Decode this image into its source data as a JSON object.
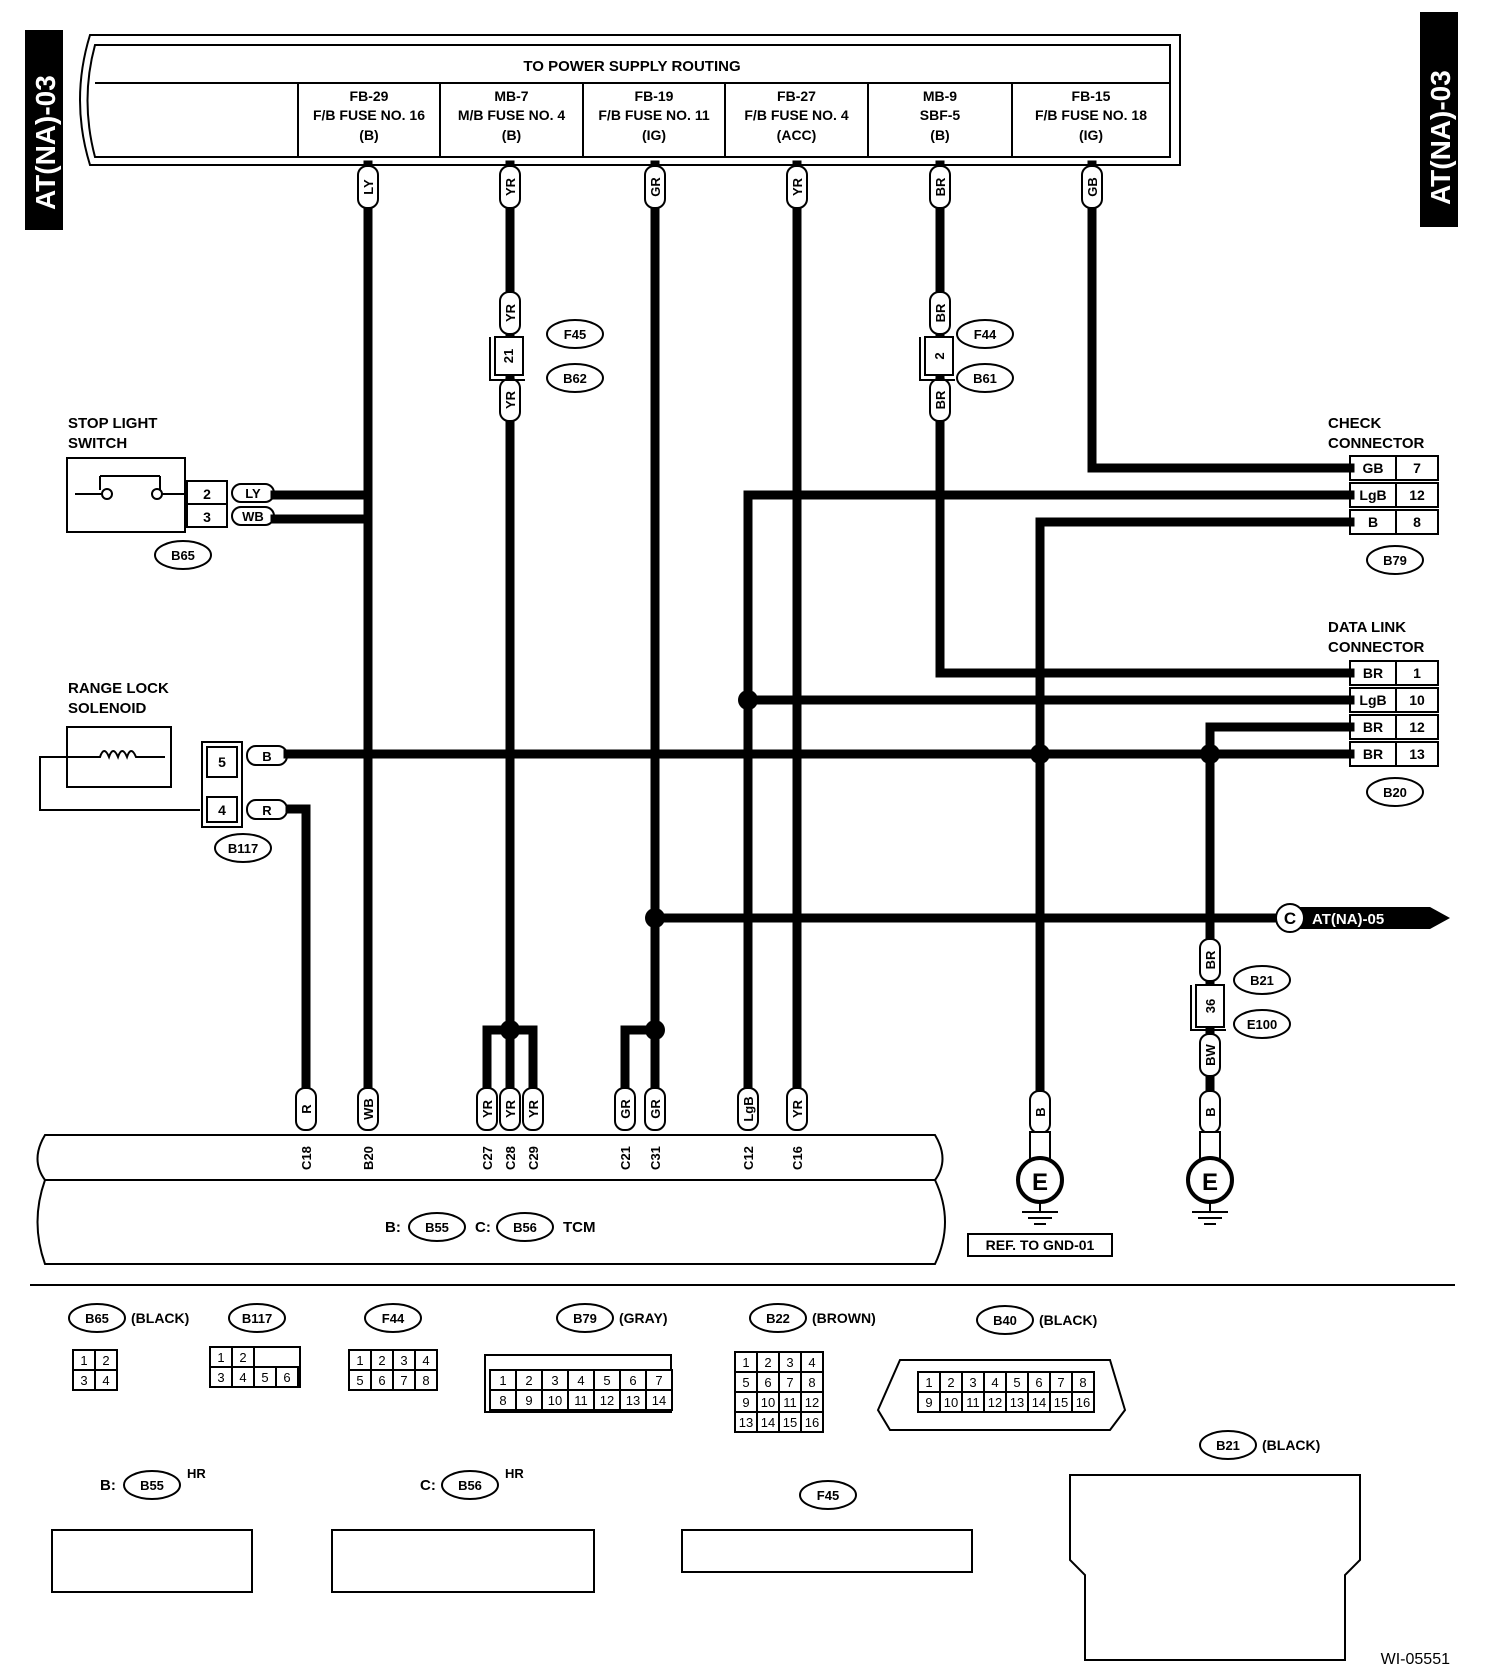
{
  "page_tag": "AT(NA)-03",
  "figure_id": "WI-05551",
  "power": {
    "title": "TO POWER SUPPLY ROUTING",
    "fuses": [
      {
        "line1": "FB-29",
        "line2": "F/B FUSE NO. 16",
        "line3": "(B)"
      },
      {
        "line1": "MB-7",
        "line2": "M/B FUSE NO. 4",
        "line3": "(B)"
      },
      {
        "line1": "FB-19",
        "line2": "F/B FUSE NO. 11",
        "line3": "(IG)"
      },
      {
        "line1": "FB-27",
        "line2": "F/B FUSE NO. 4",
        "line3": "(ACC)"
      },
      {
        "line1": "MB-9",
        "line2": "SBF-5",
        "line3": "(B)"
      },
      {
        "line1": "FB-15",
        "line2": "F/B FUSE NO. 18",
        "line3": "(IG)"
      }
    ]
  },
  "components": {
    "stop_light_switch": {
      "line1": "STOP LIGHT",
      "line2": "SWITCH",
      "connector": "B65",
      "pins": [
        {
          "num": "2",
          "wire": "LY"
        },
        {
          "num": "3",
          "wire": "WB"
        }
      ]
    },
    "range_lock_solenoid": {
      "line1": "RANGE LOCK",
      "line2": "SOLENOID",
      "connector": "B117",
      "pins": [
        {
          "num": "5",
          "wire": "B"
        },
        {
          "num": "4",
          "wire": "R"
        }
      ]
    },
    "check_connector": {
      "line1": "CHECK",
      "line2": "CONNECTOR",
      "connector": "B79",
      "pins": [
        {
          "wire": "GB",
          "num": "7"
        },
        {
          "wire": "LgB",
          "num": "12"
        },
        {
          "wire": "B",
          "num": "8"
        }
      ]
    },
    "data_link_connector": {
      "line1": "DATA LINK",
      "line2": "CONNECTOR",
      "connector": "B20",
      "pins": [
        {
          "wire": "BR",
          "num": "1"
        },
        {
          "wire": "LgB",
          "num": "10"
        },
        {
          "wire": "BR",
          "num": "12"
        },
        {
          "wire": "BR",
          "num": "13"
        }
      ]
    },
    "tcm": {
      "b_prefix": "B:",
      "b_conn": "B55",
      "c_prefix": "C:",
      "c_conn": "C:",
      "c_conn_id": "B56",
      "label": "TCM",
      "terminals": [
        "C18",
        "B20",
        "C27",
        "C28",
        "C29",
        "C21",
        "C31",
        "C12",
        "C16"
      ],
      "wires": [
        "R",
        "WB",
        "YR",
        "YR",
        "YR",
        "GR",
        "GR",
        "LgB",
        "YR"
      ]
    },
    "ground_ref": "REF. TO GND-01",
    "ground_symbol": "E",
    "offpage": {
      "symbol": "C",
      "target": "AT(NA)-05"
    }
  },
  "wire_labels": {
    "top": [
      "LY",
      "YR",
      "GR",
      "YR",
      "BR",
      "GB"
    ],
    "yr_mid_upper": "YR",
    "yr_mid_lower": "YR",
    "f45_pin": "21",
    "f45": "F45",
    "b62": "B62",
    "br_mid_upper": "BR",
    "br_mid_lower": "BR",
    "f44_pin": "2",
    "f44": "F44",
    "b61": "B61",
    "b21_wire_upper": "BR",
    "b21_pin": "36",
    "b21_wire_lower": "BW",
    "b21": "B21",
    "e100": "E100",
    "ground1": "B",
    "ground2": "B"
  },
  "connector_views": {
    "b65": {
      "id": "B65",
      "color": "(BLACK)",
      "rows": [
        [
          "1",
          "2"
        ],
        [
          "3",
          "4"
        ]
      ]
    },
    "b117": {
      "id": "B117",
      "rows": [
        [
          "1",
          "2"
        ],
        [
          "3",
          "4",
          "5",
          "6"
        ]
      ]
    },
    "f44": {
      "id": "F44",
      "rows": [
        [
          "1",
          "2",
          "3",
          "4"
        ],
        [
          "5",
          "6",
          "7",
          "8"
        ]
      ]
    },
    "b79": {
      "id": "B79",
      "color": "(GRAY)",
      "rows": [
        [
          "1",
          "2",
          "3",
          "4",
          "5",
          "6",
          "7"
        ],
        [
          "8",
          "9",
          "10",
          "11",
          "12",
          "13",
          "14"
        ]
      ]
    },
    "b22": {
      "id": "B22",
      "color": "(BROWN)",
      "rows": [
        [
          "1",
          "2",
          "3",
          "4"
        ],
        [
          "5",
          "6",
          "7",
          "8"
        ],
        [
          "9",
          "10",
          "11",
          "12"
        ],
        [
          "13",
          "14",
          "15",
          "16"
        ]
      ]
    },
    "b40": {
      "id": "B40",
      "color": "(BLACK)",
      "rows": [
        [
          "1",
          "2",
          "3",
          "4",
          "5",
          "6",
          "7",
          "8"
        ],
        [
          "9",
          "10",
          "11",
          "12",
          "13",
          "14",
          "15",
          "16"
        ]
      ]
    },
    "b55": {
      "prefix": "B:",
      "id": "B55",
      "tag": "HR"
    },
    "b56": {
      "prefix": "C:",
      "id": "B56",
      "tag": "HR"
    },
    "f45": {
      "id": "F45"
    },
    "b21": {
      "id": "B21",
      "color": "(BLACK)"
    }
  }
}
